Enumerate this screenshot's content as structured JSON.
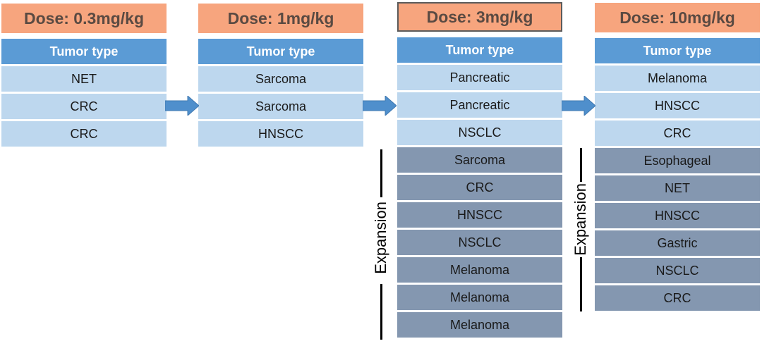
{
  "header_label": "Tumor type",
  "expansion_label": "Expansion",
  "columns": [
    {
      "dose": "Dose: 0.3mg/kg",
      "base": [
        "NET",
        "CRC",
        "CRC"
      ],
      "expansion": []
    },
    {
      "dose": "Dose: 1mg/kg",
      "base": [
        "Sarcoma",
        "Sarcoma",
        "HNSCC"
      ],
      "expansion": []
    },
    {
      "dose": "Dose: 3mg/kg",
      "base": [
        "Pancreatic",
        "Pancreatic",
        "NSCLC"
      ],
      "expansion": [
        "Sarcoma",
        "CRC",
        "HNSCC",
        "NSCLC",
        "Melanoma",
        "Melanoma",
        "Melanoma"
      ]
    },
    {
      "dose": "Dose: 10mg/kg",
      "base": [
        "Melanoma",
        "HNSCC",
        "CRC"
      ],
      "expansion": [
        "Esophageal",
        "NET",
        "HNSCC",
        "Gastric",
        "NSCLC",
        "CRC"
      ]
    }
  ],
  "colors": {
    "dose": "#F7A57E",
    "header": "#5B9BD5",
    "base_row": "#BDD7EE",
    "expansion_row": "#8497B0",
    "arrow": "#4F8FCC"
  }
}
